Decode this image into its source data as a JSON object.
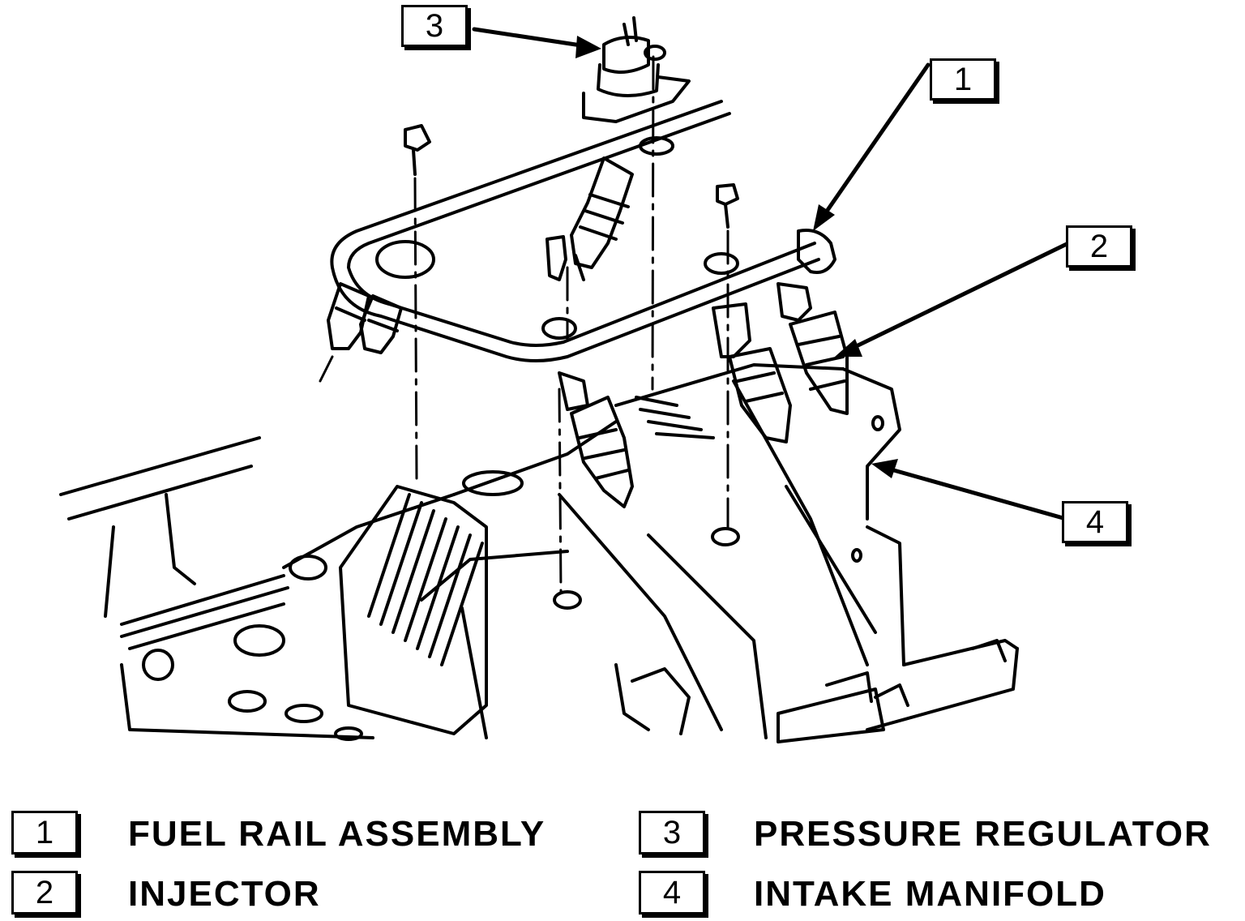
{
  "callouts": {
    "c1": "1",
    "c2": "2",
    "c3": "3",
    "c4": "4"
  },
  "legend": {
    "items": [
      {
        "number": "1",
        "label": "FUEL RAIL ASSEMBLY"
      },
      {
        "number": "2",
        "label": "INJECTOR"
      },
      {
        "number": "3",
        "label": "PRESSURE REGULATOR"
      },
      {
        "number": "4",
        "label": "INTAKE MANIFOLD"
      }
    ]
  }
}
